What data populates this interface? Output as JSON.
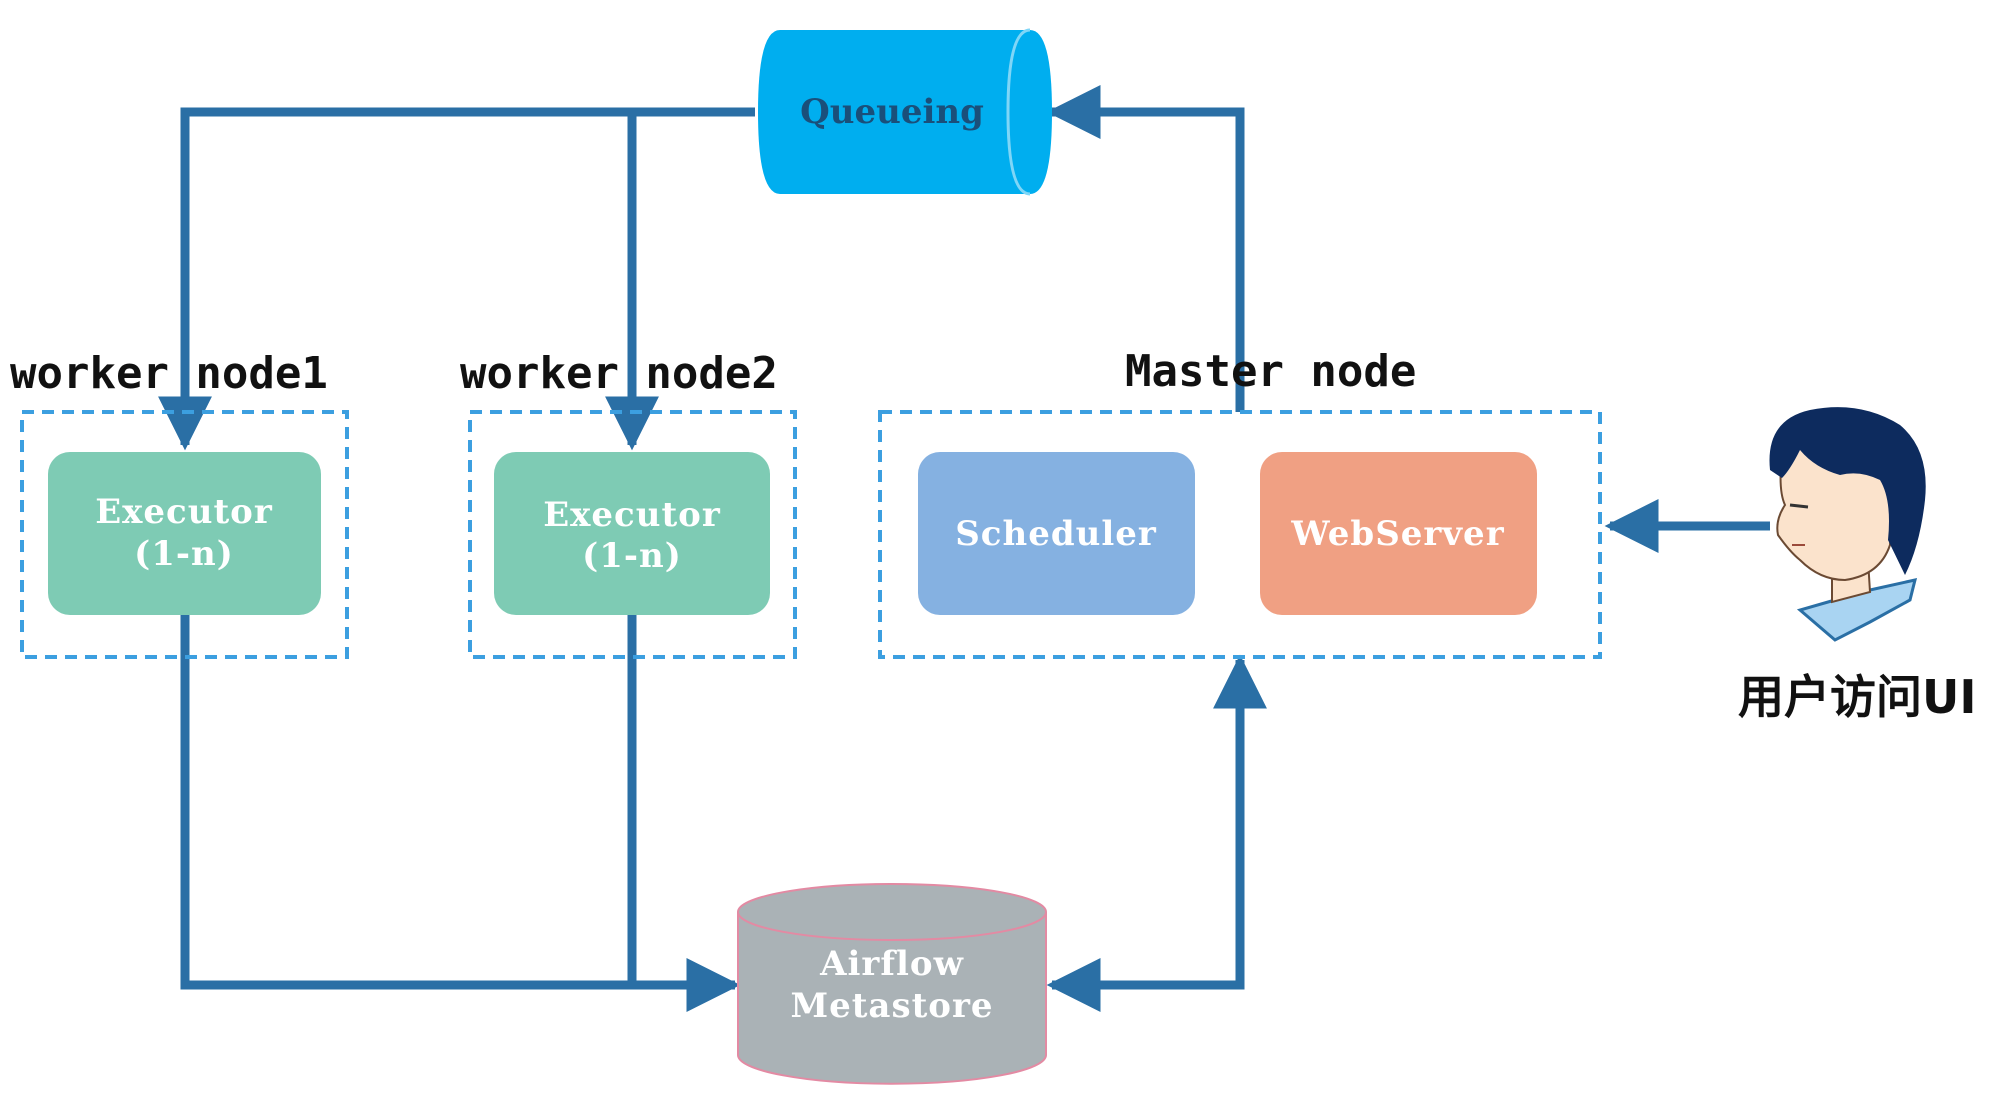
{
  "diagram": {
    "queueing": {
      "label": "Queueing"
    },
    "worker_node1": {
      "title": "worker node1",
      "executor": {
        "line1": "Executor",
        "line2": "(1-n)"
      }
    },
    "worker_node2": {
      "title": "worker node2",
      "executor": {
        "line1": "Executor",
        "line2": "(1-n)"
      }
    },
    "master_node": {
      "title": "Master node",
      "scheduler": "Scheduler",
      "webserver": "WebServer"
    },
    "metastore": {
      "line1": "Airflow",
      "line2": "Metastore"
    },
    "user": {
      "icon": "user-person-icon",
      "label": "用户访问UI"
    }
  },
  "colors": {
    "arrow": "#2a6fa5",
    "dashed_border": "#3c9fe0",
    "queueing_fill": "#00aeef",
    "executor_fill": "#7ecbb4",
    "scheduler_fill": "#85b1e1",
    "webserver_fill": "#f0a083",
    "metastore_fill": "#aab2b6",
    "metastore_border": "#e38aa3"
  }
}
